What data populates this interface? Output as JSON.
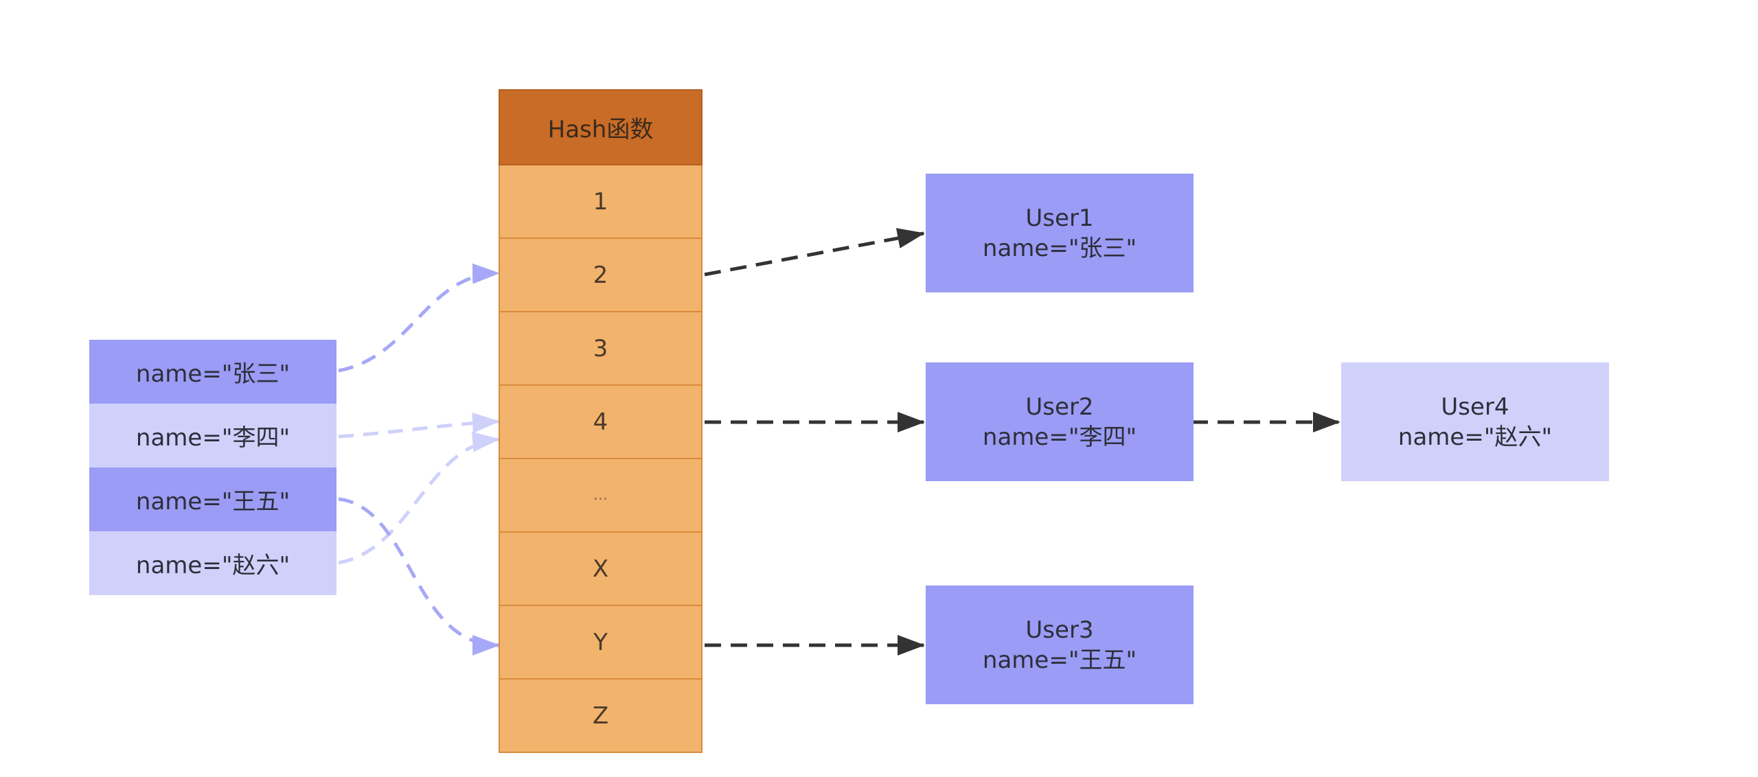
{
  "hash": {
    "header": "Hash函数",
    "slots": [
      "1",
      "2",
      "3",
      "4",
      "...",
      "X",
      "Y",
      "Z"
    ]
  },
  "keys": [
    "name=\"张三\"",
    "name=\"李四\"",
    "name=\"王五\"",
    "name=\"赵六\""
  ],
  "users": [
    {
      "title": "User1",
      "name": "name=\"张三\""
    },
    {
      "title": "User2",
      "name": "name=\"李四\""
    },
    {
      "title": "User3",
      "name": "name=\"王五\""
    },
    {
      "title": "User4",
      "name": "name=\"赵六\""
    }
  ],
  "colors": {
    "hash_header": "#c86c27",
    "hash_slot": "#f2b36c",
    "node_dark": "#9a9cf5",
    "node_light": "#cfd1fb",
    "arrow_dark": "#333333",
    "arrow_light": "#a6a8f7"
  }
}
